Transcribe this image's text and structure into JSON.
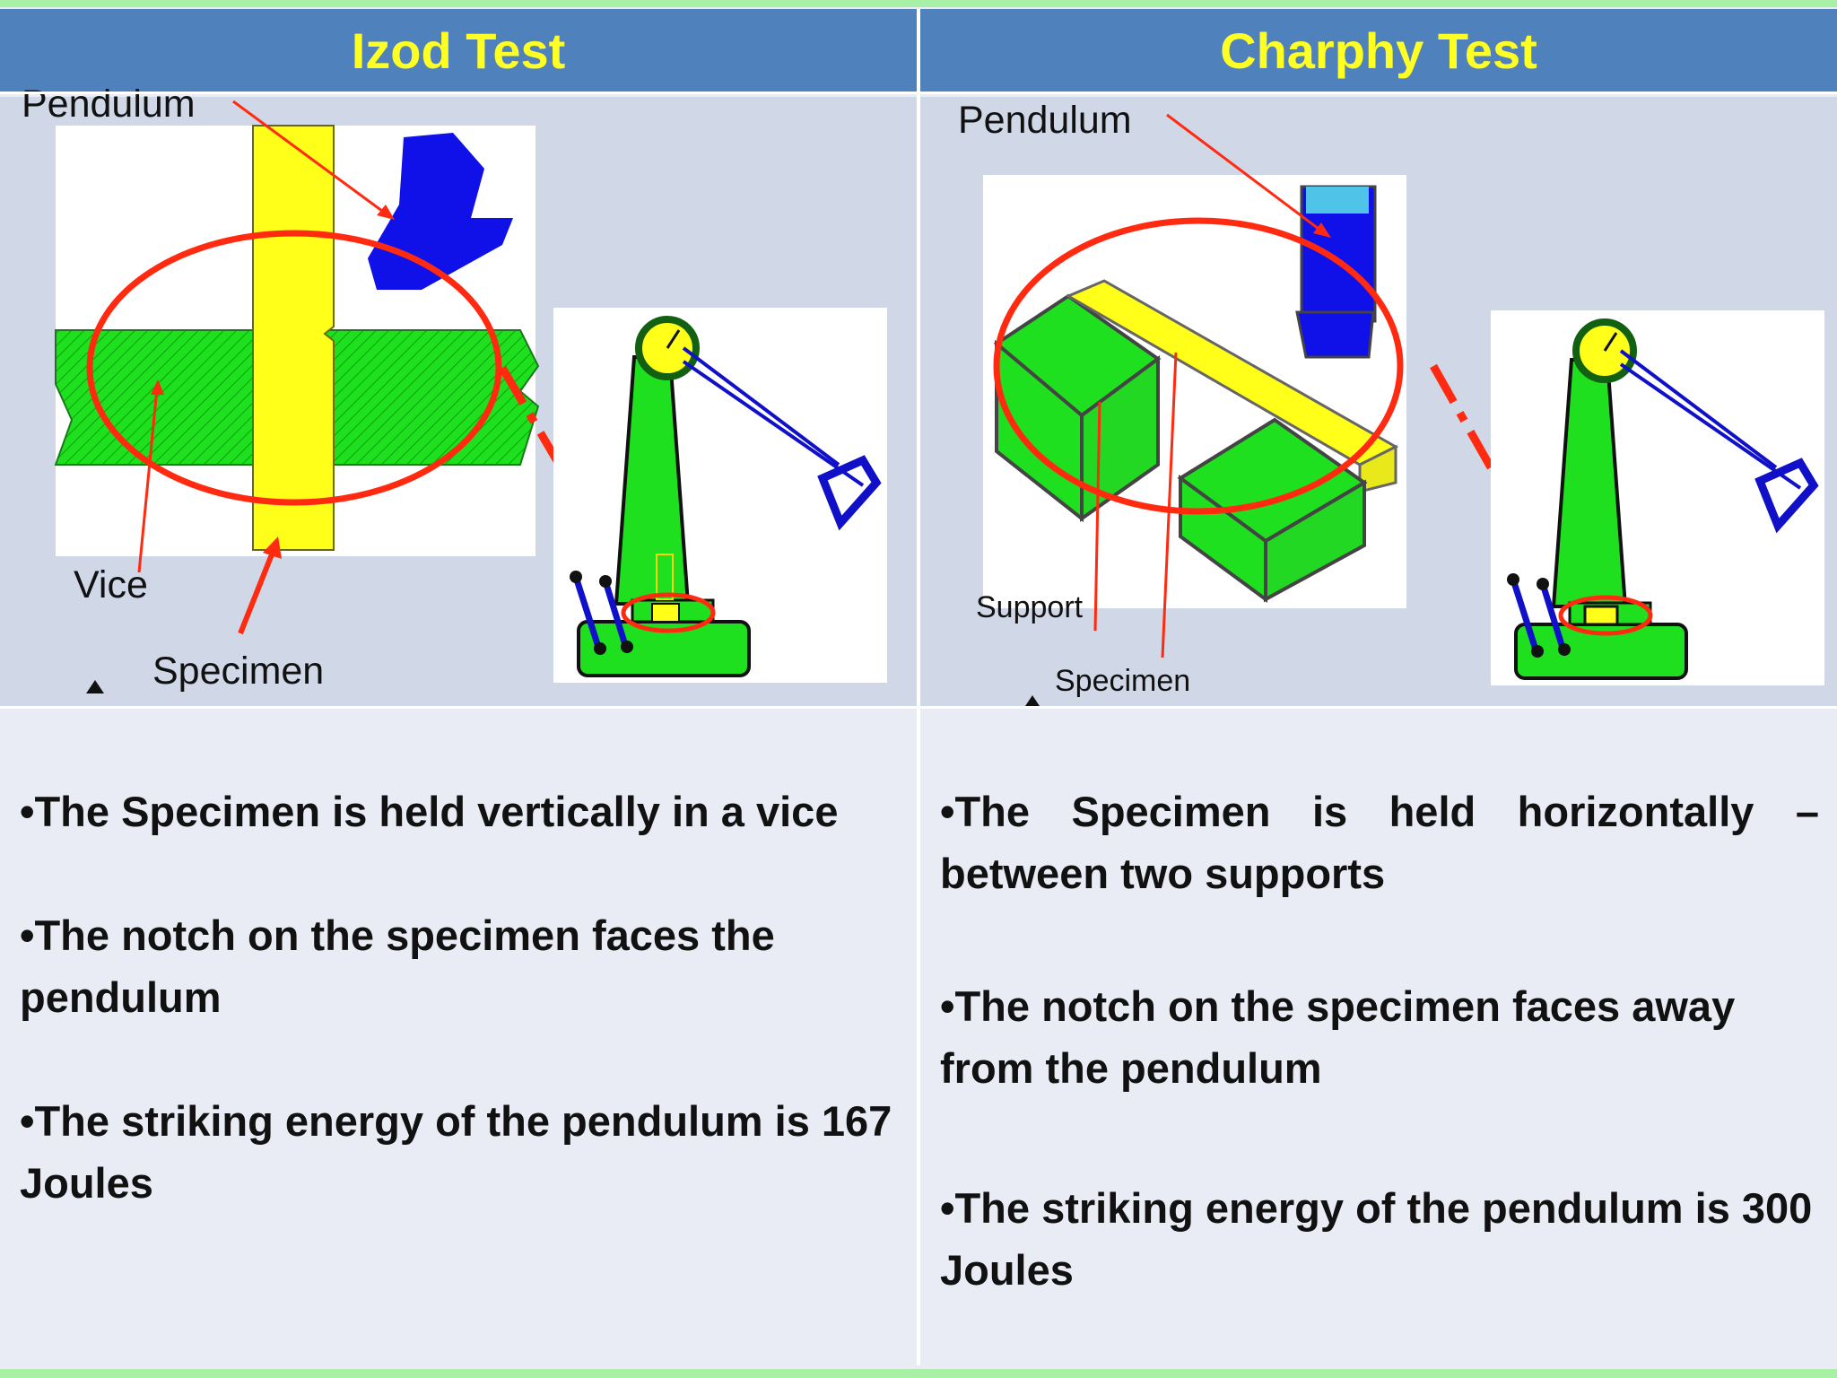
{
  "izod": {
    "title": "Izod Test",
    "labels": {
      "pendulum": "Pendulum",
      "vice": "Vice",
      "specimen": "Specimen"
    },
    "bullets": [
      "•The Specimen is held  vertically in a vice",
      "•The notch on the  specimen faces the pendulum",
      "•The striking energy of the  pendulum is 167 Joules"
    ]
  },
  "charpy": {
    "title": "Charphy Test",
    "labels": {
      "pendulum": "Pendulum",
      "support": "Support",
      "specimen": "Specimen"
    },
    "bullets": [
      "•The  Specimen  is  held   horizontally  – between  two supports",
      "•The notch on the  specimen faces away from  the pendulum",
      "•The striking energy of the  pendulum is 300 Joules"
    ]
  },
  "colors": {
    "header_bg": "#4f81bd",
    "header_text": "#ffff24",
    "vice_green": "#1fe01f",
    "specimen_yellow": "#ffff1a",
    "pendulum_blue": "#1010e8",
    "highlight_red": "#ff2a10"
  }
}
